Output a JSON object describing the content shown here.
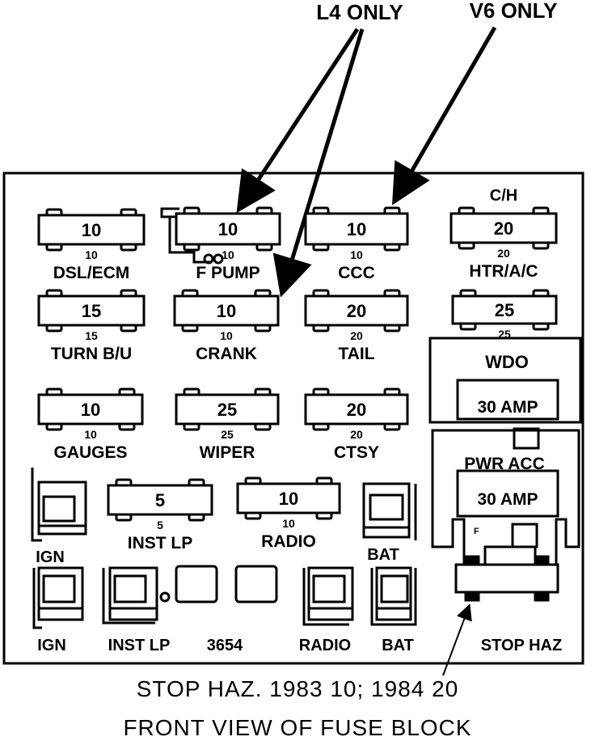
{
  "callouts": {
    "l4": "L4 ONLY",
    "v6": "V6 ONLY"
  },
  "fuses": [
    {
      "key": "dsl",
      "top": "10",
      "bottom": "10",
      "label": "DSL/ECM"
    },
    {
      "key": "fpump",
      "top": "10",
      "bottom": "10",
      "label": "F PUMP"
    },
    {
      "key": "ccc",
      "top": "10",
      "bottom": "10",
      "label": "CCC"
    },
    {
      "key": "htr",
      "top": "20",
      "bottom": "20",
      "label": "HTR/A/C",
      "above": "C/H"
    },
    {
      "key": "turn",
      "top": "15",
      "bottom": "15",
      "label": "TURN B/U"
    },
    {
      "key": "crank",
      "top": "10",
      "bottom": "10",
      "label": "CRANK"
    },
    {
      "key": "tail",
      "top": "20",
      "bottom": "20",
      "label": "TAIL"
    },
    {
      "key": "wdo",
      "top": "25",
      "bottom": "25",
      "label": ""
    },
    {
      "key": "gauges",
      "top": "10",
      "bottom": "10",
      "label": "GAUGES"
    },
    {
      "key": "wiper",
      "top": "25",
      "bottom": "25",
      "label": "WIPER"
    },
    {
      "key": "ctsy",
      "top": "20",
      "bottom": "20",
      "label": "CTSY"
    },
    {
      "key": "instlp",
      "top": "5",
      "bottom": "5",
      "label": "INST LP"
    },
    {
      "key": "radio",
      "top": "10",
      "bottom": "10",
      "label": "RADIO"
    }
  ],
  "breakers": {
    "wdo": {
      "title": "WDO",
      "rating": "30 AMP"
    },
    "pwr_acc": {
      "title": "PWR ACC",
      "rating": "30 AMP"
    }
  },
  "side_labels": {
    "ign_upper": "IGN",
    "bat_upper": "BAT",
    "f_mark": "F"
  },
  "bottom_labels": {
    "ign": "IGN",
    "inst_lp": "INST LP",
    "flasher": "3654",
    "radio": "RADIO",
    "bat": "BAT",
    "stop_haz": "STOP HAZ"
  },
  "captions": {
    "note": "STOP HAZ.  1983  10;  1984  20",
    "title": "FRONT VIEW OF FUSE BLOCK"
  }
}
